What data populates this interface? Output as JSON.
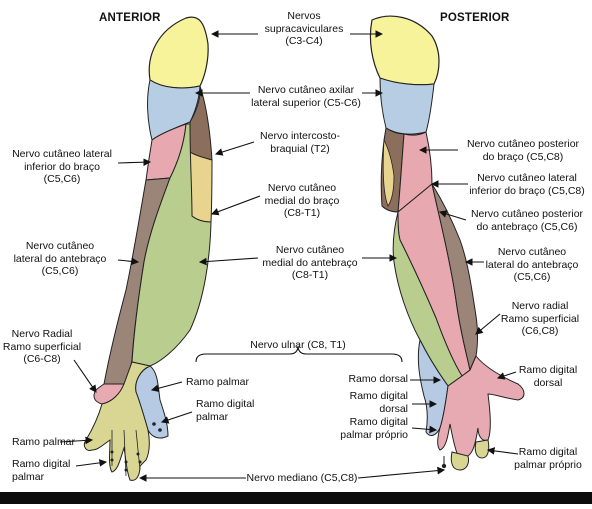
{
  "headers": {
    "anterior": "ANTERIOR",
    "posterior": "POSTERIOR"
  },
  "labels": {
    "supraclavicular": [
      "Nervos",
      "supracaviculares",
      "(C3-C4)"
    ],
    "axillary_upper_lateral": [
      "Nervo cutâneo axilar",
      "lateral superior (C5-C6)"
    ],
    "intercostobrachial": [
      "Nervo intercosto-",
      "braquial (T2)"
    ],
    "medial_arm": [
      "Nervo cutâneo",
      "medial do braço",
      "(C8-T1)"
    ],
    "medial_forearm": [
      "Nervo cutâneo",
      "medial do antebraço",
      "(C8-T1)"
    ],
    "ulnar": [
      "Nervo ulnar (C8, T1)"
    ],
    "median": [
      "Nervo mediano (C5,C8)"
    ],
    "ant_lower_lateral_arm": [
      "Nervo cutâneo lateral",
      "inferior do braço",
      "(C5,C6)"
    ],
    "ant_lateral_forearm": [
      "Nervo cutâneo",
      "lateral do antebraço",
      "(C5,C6)"
    ],
    "ant_radial_superficial": [
      "Nervo Radial",
      "Ramo superficial",
      "(C6-C8)"
    ],
    "ant_palmar_branch": [
      "Ramo palmar"
    ],
    "ant_digital_palmar": [
      "Ramo digital",
      "palmar"
    ],
    "ulnar_palmar_branch": [
      "Ramo palmar"
    ],
    "ulnar_digital_palmar": [
      "Ramo digital",
      "palmar"
    ],
    "ulnar_dorsal_branch": [
      "Ramo dorsal"
    ],
    "ulnar_digital_dorsal": [
      "Ramo digital",
      "dorsal"
    ],
    "ulnar_digital_palmar_proprio": [
      "Ramo digital",
      "palmar próprio"
    ],
    "post_posterior_arm": [
      "Nervo cutâneo posterior",
      "do braço (C5,C8)"
    ],
    "post_lower_lateral_arm": [
      "Nervo cutâneo lateral",
      "inferior do braço (C5,C8)"
    ],
    "post_posterior_forearm": [
      "Nervo cutâneo posterior",
      "do antebraço (C5,C6)"
    ],
    "post_lateral_forearm": [
      "Nervo cutâneo",
      "lateral do antebraço",
      "(C5,C6)"
    ],
    "post_radial_superficial": [
      "Nervo radial",
      "Ramo superficial",
      "(C6,C8)"
    ],
    "post_radial_digital_dorsal": [
      "Ramo digital",
      "dorsal"
    ],
    "post_median_digital_palmar_proprio": [
      "Ramo digital",
      "palmar próprio"
    ]
  },
  "colors": {
    "supraclavicular": "#f7f39a",
    "axillary": "#b7cde4",
    "intercostobrachial": "#8b6f5c",
    "medial_arm": "#e9d48f",
    "lower_lateral_arm": "#e7a8b0",
    "lateral_forearm": "#9a8578",
    "medial_forearm": "#b8cd8e",
    "median": "#d9d592",
    "ulnar": "#b6cbe3",
    "radial": "#e8aab2",
    "outline": "#222222"
  }
}
